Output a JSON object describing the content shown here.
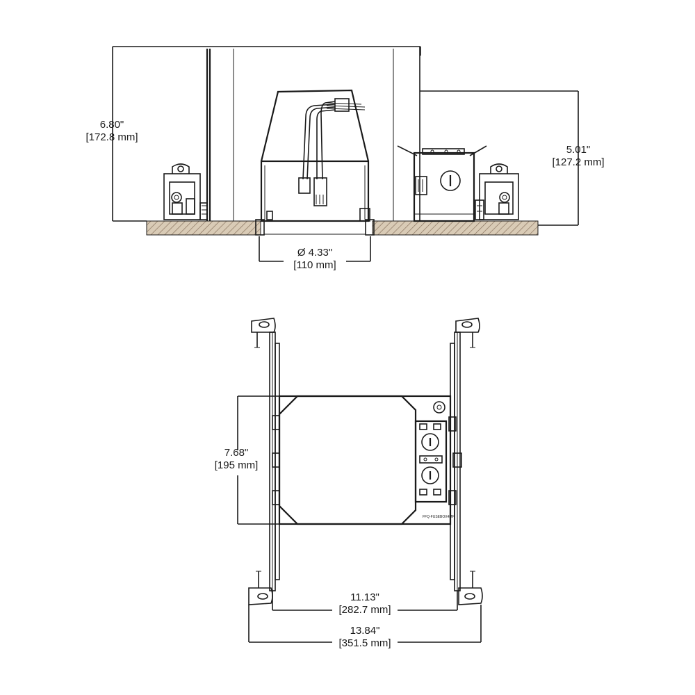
{
  "side_view": {
    "height_overall": {
      "inches": "6.80\"",
      "mm": "[172.8 mm]"
    },
    "height_junction_box": {
      "inches": "5.01\"",
      "mm": "[127.2 mm]"
    },
    "aperture_diameter": {
      "inches": "Ø 4.33\"",
      "mm": "[110 mm]"
    }
  },
  "top_view": {
    "depth": {
      "inches": "7.68\"",
      "mm": "[195 mm]"
    },
    "bar_inner_span": {
      "inches": "11.13\"",
      "mm": "[282.7 mm]"
    },
    "bar_outer_span": {
      "inches": "13.84\"",
      "mm": "[351.5 mm]"
    },
    "box_marking": "FFQ-FUSEBOX4MF"
  },
  "colors": {
    "line": "#1a1a1a",
    "hatch": "#8a7560",
    "background": "#ffffff"
  }
}
